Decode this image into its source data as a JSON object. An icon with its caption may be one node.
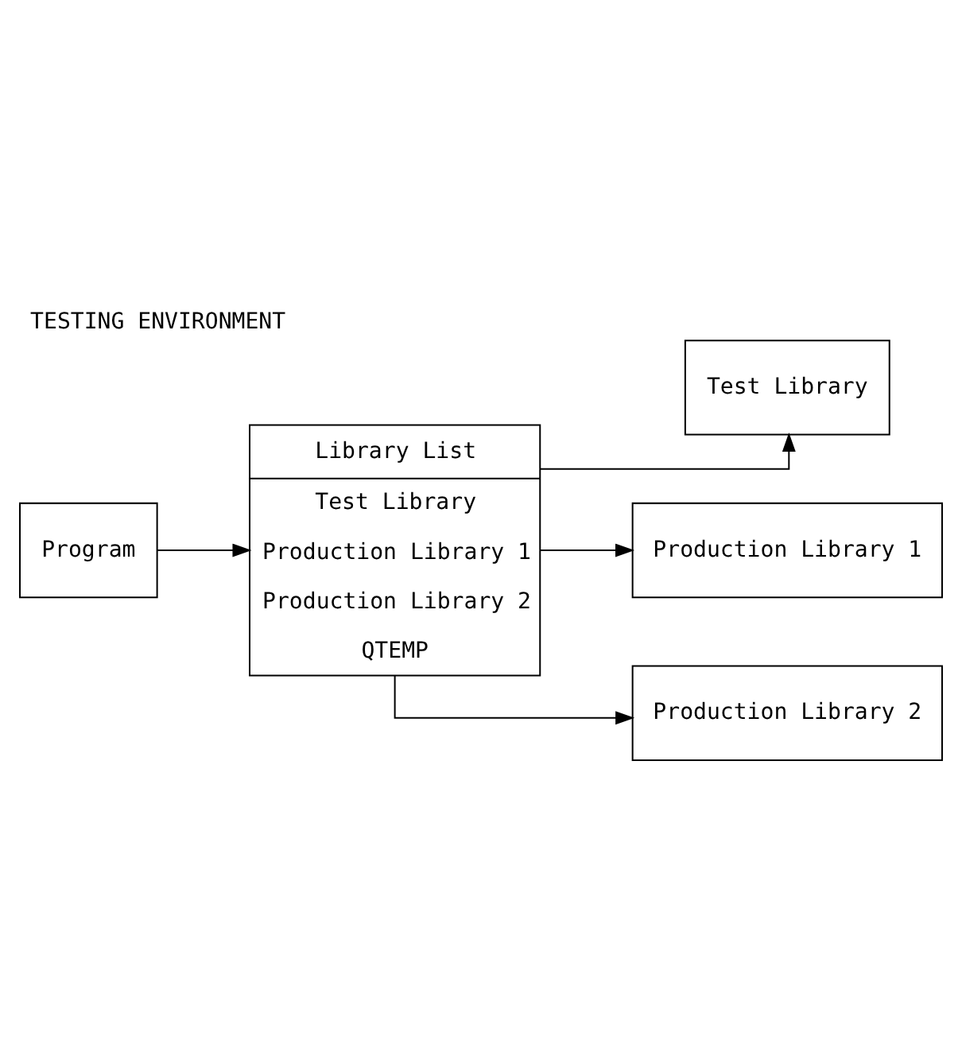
{
  "diagram": {
    "title": "TESTING ENVIRONMENT",
    "nodes": [
      {
        "text": [
          "Program"
        ]
      },
      {
        "text": [
          "Library List",
          "Test Library",
          "Production Library 1",
          "Production Library 2",
          "QTEMP"
        ]
      },
      {
        "text": [
          "Test Library"
        ]
      },
      {
        "text": [
          "Production Library 1"
        ]
      },
      {
        "text": [
          "Production Library 2"
        ]
      }
    ],
    "edges": [
      {
        "from": 0,
        "to": 1,
        "arrow": "to"
      },
      {
        "from": 1,
        "to": 2,
        "arrow": "to"
      },
      {
        "from": 1,
        "to": 3,
        "arrow": "to"
      },
      {
        "from": 1,
        "to": 4,
        "arrow": "to"
      }
    ]
  }
}
